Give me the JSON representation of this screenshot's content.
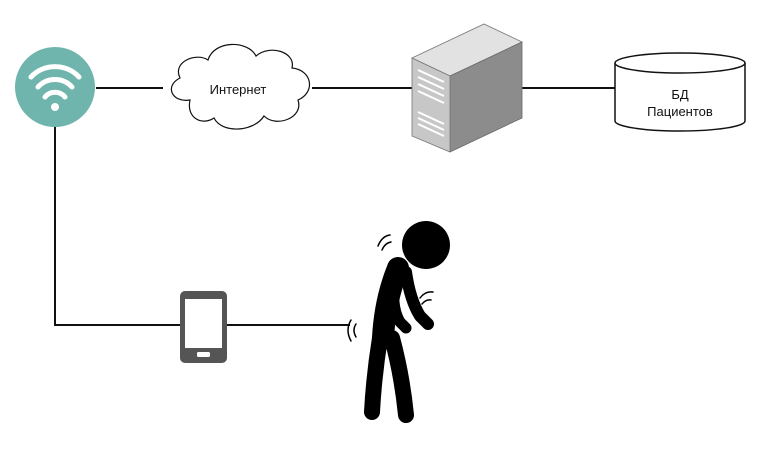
{
  "nodes": {
    "wifi": {
      "icon": "wifi-icon",
      "color": "#6fb5ad"
    },
    "internet": {
      "label": "Интернет",
      "icon": "cloud-icon"
    },
    "server": {
      "icon": "server-tower-icon"
    },
    "database": {
      "label_line1": "БД",
      "label_line2": "Пациентов",
      "icon": "database-icon"
    },
    "phone": {
      "icon": "smartphone-icon"
    },
    "patient": {
      "icon": "stooped-person-icon"
    }
  },
  "colors": {
    "line": "#111111",
    "wifi": "#6fb5ad",
    "server_front": "#c7c7c7",
    "server_side": "#8c8c8c",
    "server_top": "#e2e2e2",
    "phone": "#555555"
  }
}
